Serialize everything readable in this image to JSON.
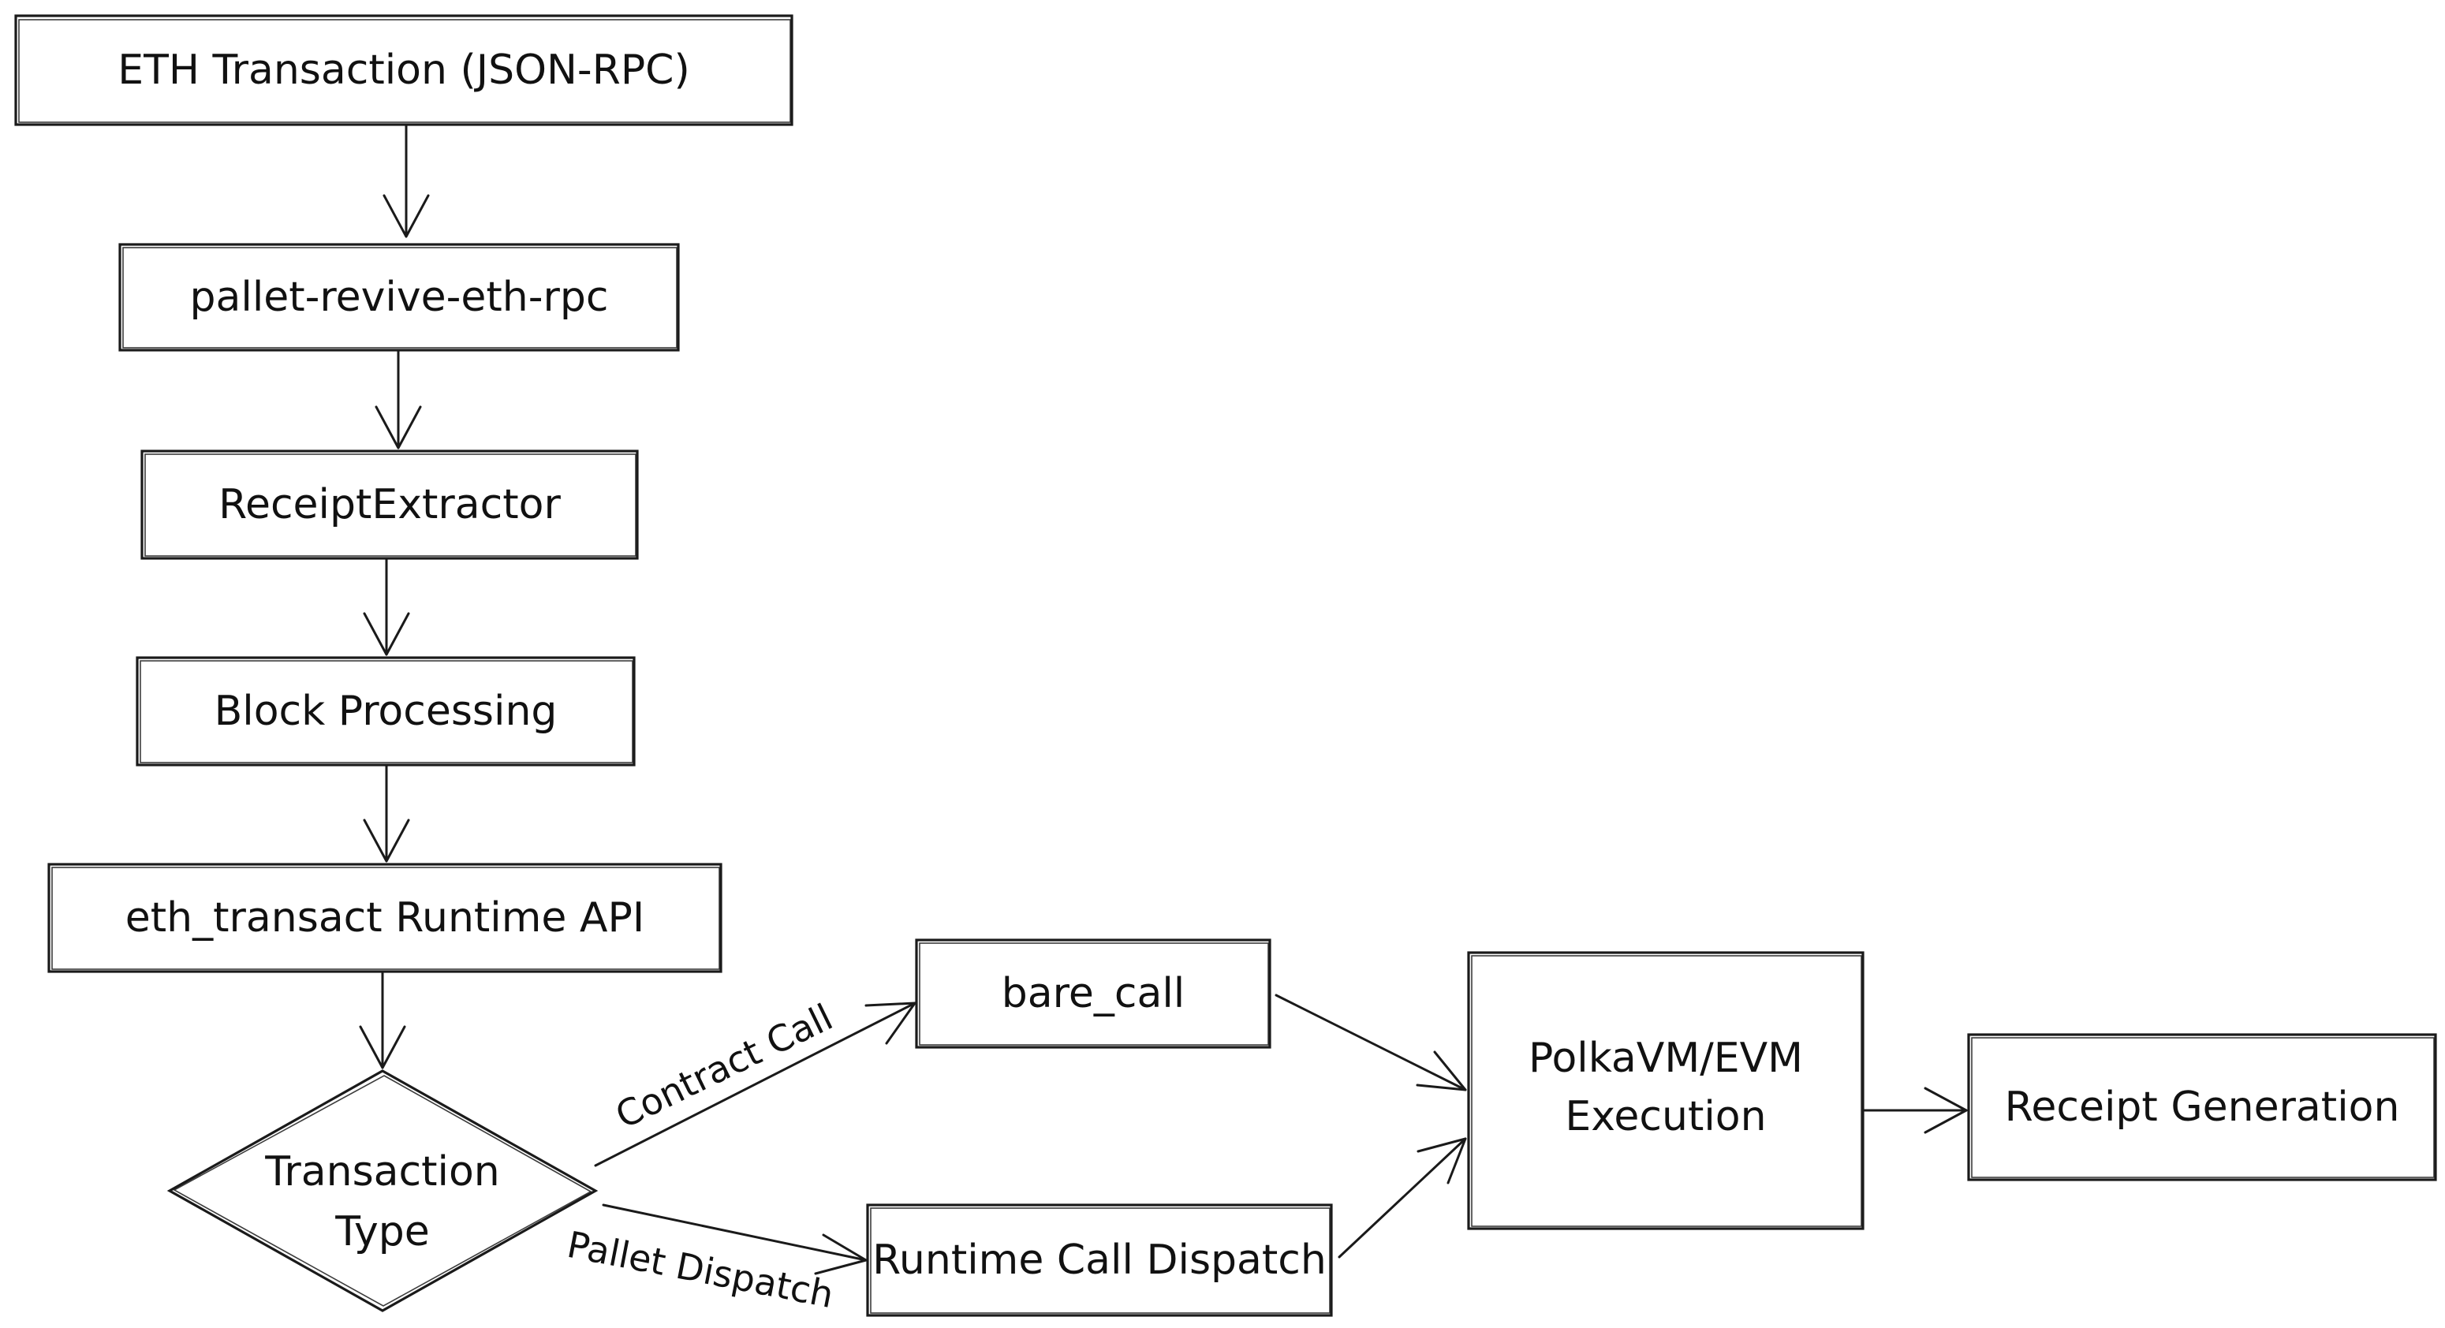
{
  "nodes": {
    "eth_transaction": "ETH Transaction (JSON-RPC)",
    "pallet_revive_eth_rpc": "pallet-revive-eth-rpc",
    "receipt_extractor": "ReceiptExtractor",
    "block_processing": "Block Processing",
    "eth_transact_api": "eth_transact Runtime API",
    "transaction_type_line1": "Transaction",
    "transaction_type_line2": "Type",
    "bare_call": "bare_call",
    "runtime_call_dispatch": "Runtime Call Dispatch",
    "execution_line1": "PolkaVM/EVM",
    "execution_line2": "Execution",
    "receipt_generation": "Receipt Generation"
  },
  "edges": {
    "contract_call": "Contract Call",
    "pallet_dispatch": "Pallet Dispatch"
  },
  "colors": {
    "stroke": "#1a1a1a",
    "text": "#111111",
    "background": "#ffffff"
  }
}
